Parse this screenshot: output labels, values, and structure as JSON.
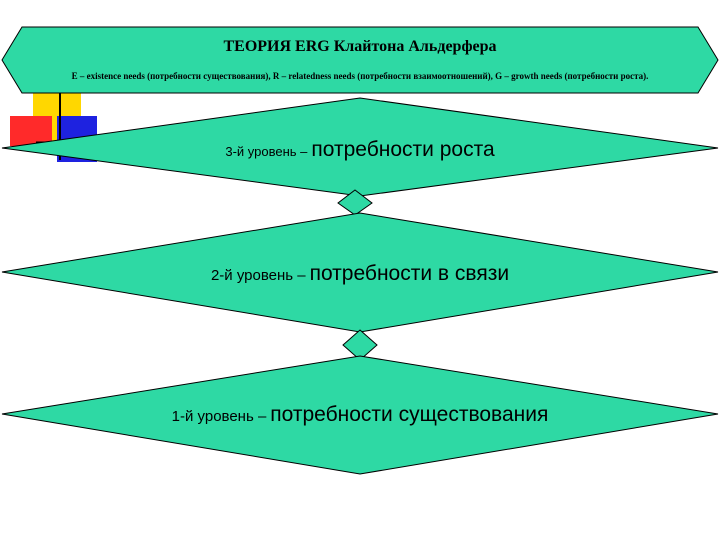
{
  "title": "ТЕОРИЯ ERG Клайтона Альдерфера",
  "subtitle": "E – existence needs (потребности существования), R – relatedness needs (потребности взаимоотношений), G – growth needs (потребности роста).",
  "levels": [
    {
      "prefix": "3-й уровень –",
      "name": "потребности роста"
    },
    {
      "prefix": "2-й уровень –",
      "name": "потребности в связи"
    },
    {
      "prefix": "1-й уровень –",
      "name": "потребности существования"
    }
  ],
  "colors": {
    "shape_fill": "#2ed9a4",
    "shape_stroke": "#000000",
    "deco_yellow": "#ffd700",
    "deco_blue": "#1e22e0",
    "deco_red": "#ff2a2a"
  }
}
